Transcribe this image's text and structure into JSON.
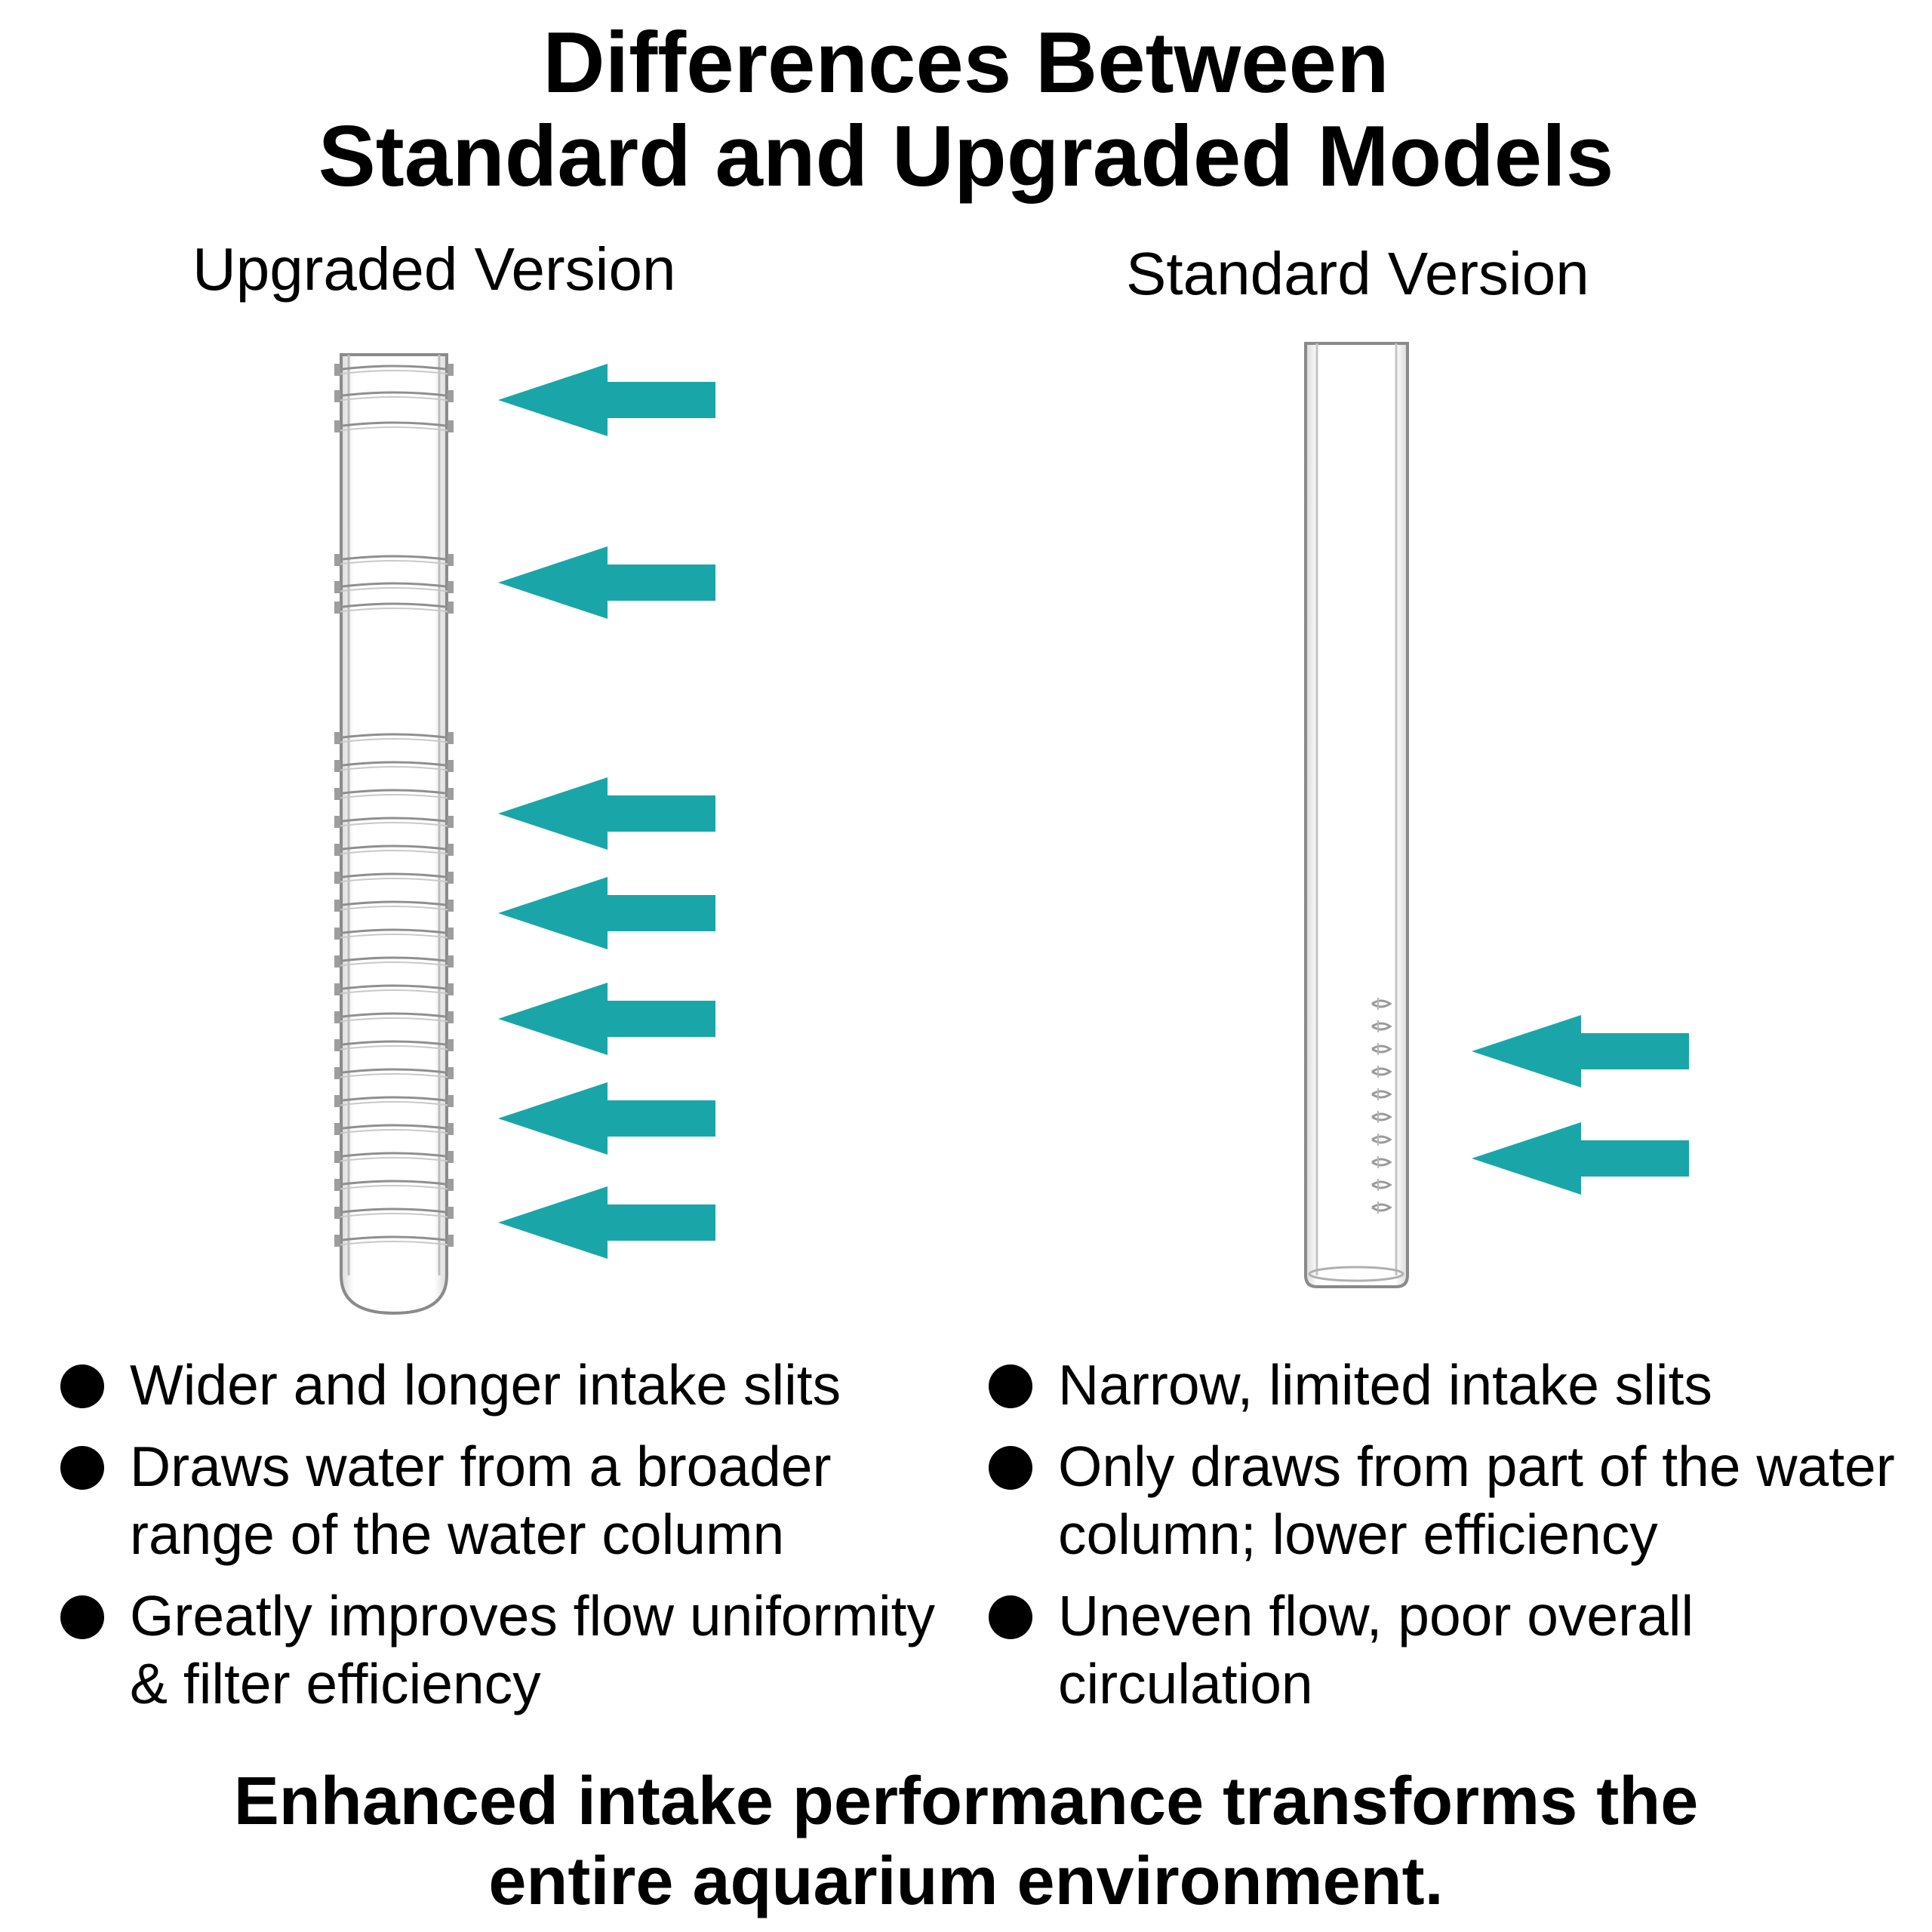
{
  "title": {
    "line1": "Differences Between",
    "line2": "Standard and Upgraded Models"
  },
  "columns": {
    "upgraded": {
      "label": "Upgraded Version",
      "bullets": [
        "Wider and longer intake slits",
        "Draws water from a broader range of the water column",
        "Greatly improves flow uniformity & filter efficiency"
      ]
    },
    "standard": {
      "label": "Standard Version",
      "bullets": [
        "Narrow, limited intake slits",
        "Only draws from part of the water column; lower efficiency",
        "Uneven flow, poor overall circulation"
      ]
    }
  },
  "footer": {
    "line1": "Enhanced intake performance transforms the",
    "line2": "entire aquarium environment."
  },
  "colors": {
    "arrow": "#1aa6a8",
    "text": "#000000",
    "glass": "#9a9a9a"
  },
  "icons": {
    "bullet": "filled-circle",
    "arrow": "left-arrow-icon"
  }
}
